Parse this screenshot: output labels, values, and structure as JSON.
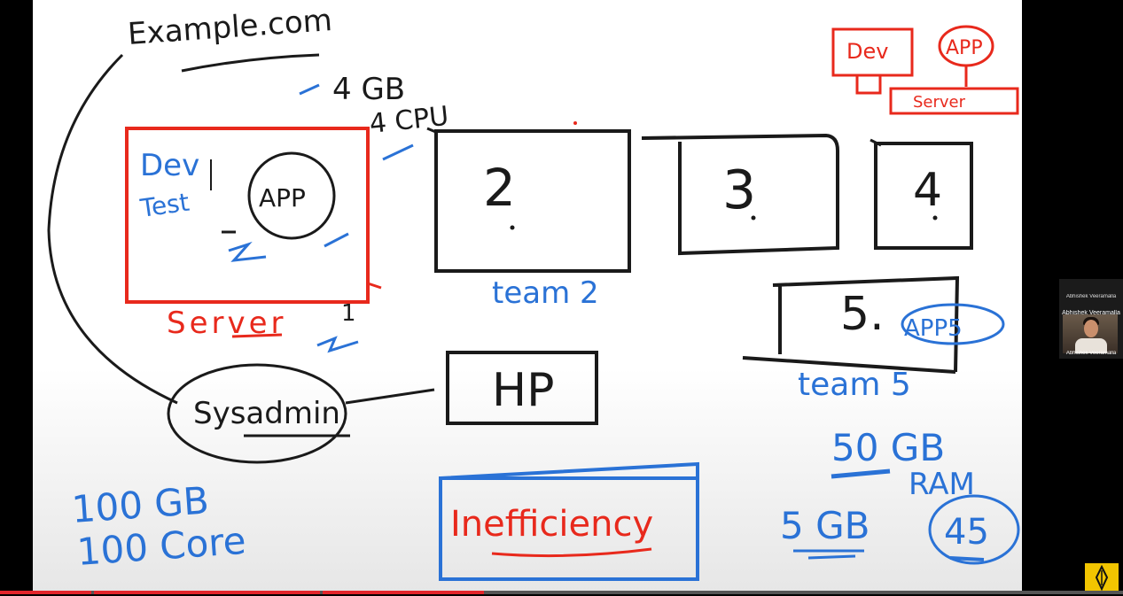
{
  "diagram": {
    "domain_label": "Example.com",
    "server1_box": {
      "team_text_line1": "Dev",
      "team_text_line2": "Test",
      "app_label": "APP",
      "server_label": "Server",
      "server_number": "1",
      "spec_ram": "4 GB",
      "spec_cpu": "4 CPU"
    },
    "servers": [
      {
        "label": "2",
        "team": "team 2"
      },
      {
        "label": "3"
      },
      {
        "label": "4"
      },
      {
        "label": "5.",
        "app": "APP5",
        "team": "team 5"
      }
    ],
    "hp_label": "HP",
    "sysadmin_label": "Sysadmin",
    "capacity": {
      "storage": "100 GB",
      "cores": "100 Core"
    },
    "inefficiency_label": "Inefficiency",
    "ram_usage": {
      "ram_total": "50 GB",
      "ram_label": "RAM",
      "used": "5 GB",
      "percent": "45"
    },
    "legend": {
      "dev_label": "Dev",
      "app_label": "APP",
      "server_label": "Server"
    }
  },
  "participant": {
    "name": "Abhishek Veeramalla",
    "name_top": "Abhishek Veeramalla",
    "name_bottom": "Abhishek Veeramalla"
  },
  "colors": {
    "ink_black": "#1a1a1a",
    "ink_red": "#e8291c",
    "ink_blue": "#2a72d6",
    "logo_yellow": "#f2c500"
  },
  "icons": {
    "logo": "diamond-logo-icon"
  }
}
